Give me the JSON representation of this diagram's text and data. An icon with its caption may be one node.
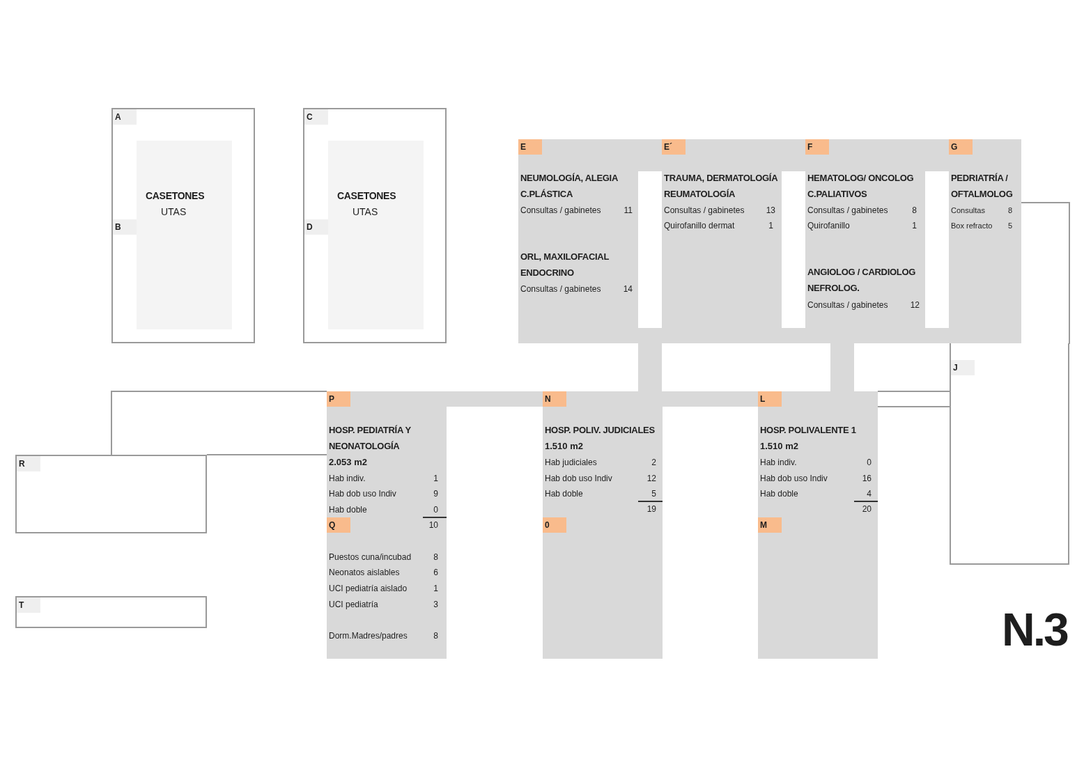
{
  "diagram": {
    "nodes": [
      {
        "text": [
          "A",
          "B"
        ]
      },
      {
        "text": [
          "CASETONES",
          "UTAS"
        ],
        "in": 0
      },
      {
        "text": [
          "C",
          "D"
        ]
      },
      {
        "text": [
          "CASETONES",
          "UTAS"
        ],
        "in": 2
      },
      {
        "text": [],
        "shape": "box"
      },
      {
        "text": [
          "E",
          "NEUMOLOGÍA, ALEGIA C.PLÁSTICA",
          "Consultas / gabinetes",
          "11",
          "ORL, MAXILOFACIAL ENDOCRINO",
          "Consultas / gabinetes",
          "14"
        ],
        "in": 4
      },
      {
        "text": [
          "E´",
          "TRAUMA, DERMATOLOGÍA REUMATOLOGÍA",
          "Consultas / gabinetes",
          "13",
          "Quirofanillo dermat",
          "1"
        ],
        "in": 4
      },
      {
        "text": [
          "F",
          "HEMATOLOG/ ONCOLOG C.PALIATIVOS",
          "Consultas / gabinetes",
          "8",
          "Quirofanillo",
          "1",
          "ANGIOLOG / CARDIOLOG NEFROLOG.",
          "Consultas / gabinetes",
          "12"
        ],
        "in": 4
      },
      {
        "text": [
          "G",
          "PEDRIATRÍA / OFTALMOLOG",
          "Consultas",
          "8",
          "Box refracto",
          "5"
        ],
        "in": 4
      },
      {
        "text": [
          "J"
        ]
      },
      {
        "text": [
          "P",
          "HOSP. PEDIATRÍA Y NEONATOLOGÍA",
          "2.053 m2",
          "Hab indiv.",
          "1",
          "Hab dob uso Indiv",
          "9",
          "Hab doble",
          "0",
          "Q",
          "10",
          "Puestos cuna/incubad",
          "8",
          "Neonatos aislables",
          "6",
          "UCI pediatría aislado",
          "1",
          "UCI pediatría",
          "3",
          "Dorm.Madres/padres",
          "8"
        ]
      },
      {
        "text": [
          "N",
          "HOSP. POLIV. JUDICIALES",
          "1.510 m2",
          "Hab judiciales",
          "2",
          "Hab dob uso Indiv",
          "12",
          "Hab doble",
          "5",
          "19",
          "0"
        ]
      },
      {
        "text": [
          "L",
          "HOSP. POLIVALENTE 1",
          "1.510 m2",
          "Hab indiv.",
          "0",
          "Hab dob uso Indiv",
          "16",
          "Hab doble",
          "4",
          "20",
          "M"
        ]
      },
      {
        "text": [
          "R"
        ]
      },
      {
        "text": [
          "T"
        ]
      }
    ],
    "labels": [
      "N.3"
    ]
  }
}
